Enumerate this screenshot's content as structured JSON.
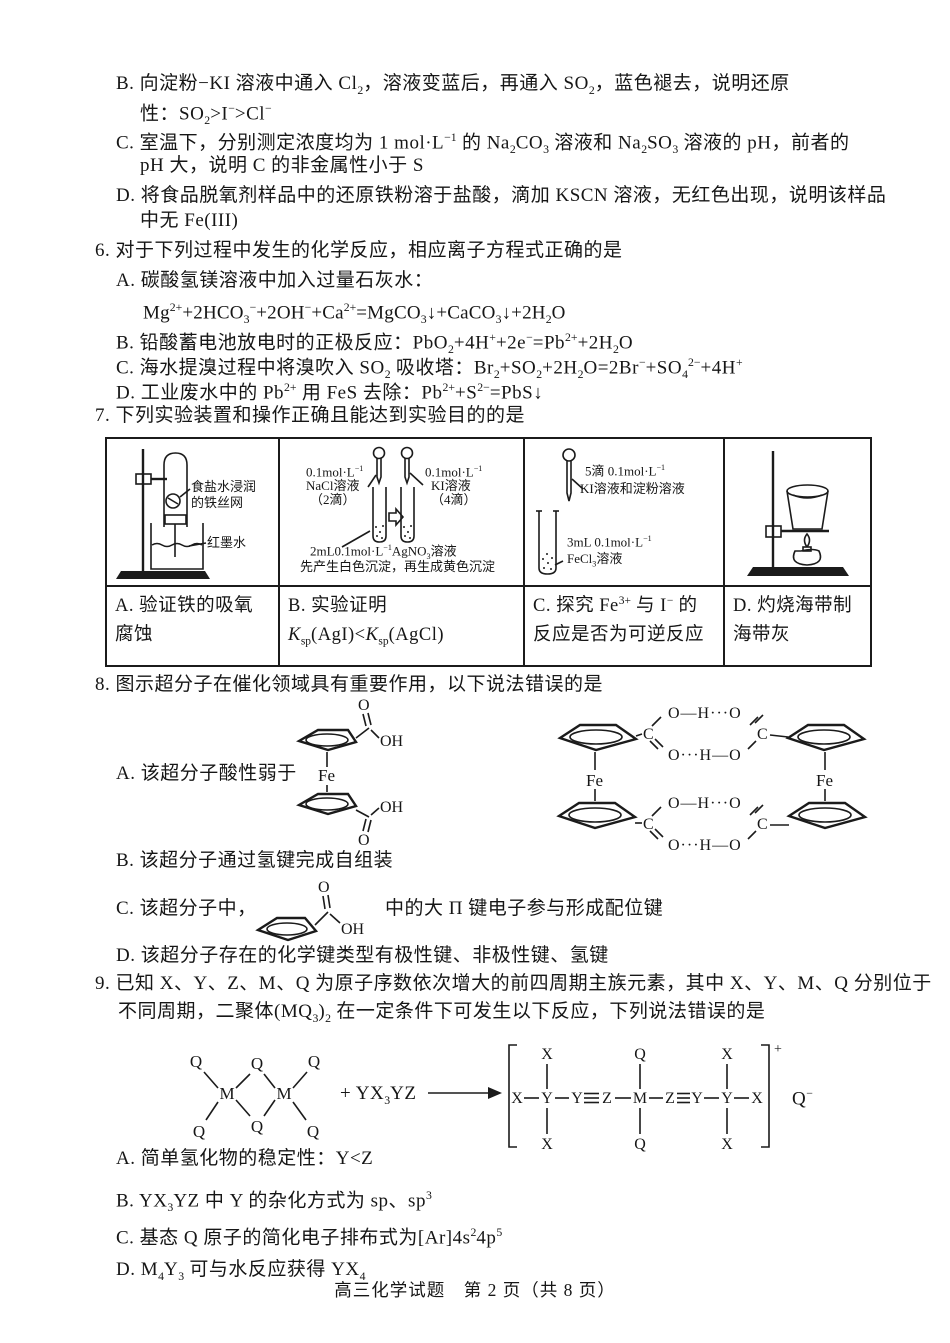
{
  "doc": {
    "footer": "高三化学试题　第 2 页（共 8 页）"
  },
  "q5": {
    "b1": "B. 向淀粉−KI 溶液中通入 Cl_{2}，溶液变蓝后，再通入 SO_{2}，蓝色褪去，说明还原",
    "b2": "性：SO_{2}>I^{−}>Cl^{−}",
    "c1": "C. 室温下，分别测定浓度均为 1 mol·L^{−1} 的 Na_{2}CO_{3} 溶液和 Na_{2}SO_{3} 溶液的 pH，前者的",
    "c2": "pH 大，说明 C 的非金属性小于 S",
    "d1": "D. 将食品脱氧剂样品中的还原铁粉溶于盐酸，滴加 KSCN 溶液，无红色出现，说明该样品",
    "d2": "中无 Fe(III)"
  },
  "q6": {
    "title": "6. 对于下列过程中发生的化学反应，相应离子方程式正确的是",
    "a": "A. 碳酸氢镁溶液中加入过量石灰水：",
    "a_eq": "Mg^{2+}+2HCO_{3}^{−}+2OH^{−}+Ca^{2+}=MgCO_{3}↓+CaCO_{3}↓+2H_{2}O",
    "b": "B. 铅酸蓄电池放电时的正极反应：PbO_{2}+4H^{+}+2e^{−}=Pb^{2+}+2H_{2}O",
    "c": "C. 海水提溴过程中将溴吹入 SO_{2} 吸收塔：Br_{2}+SO_{2}+2H_{2}O=2Br^{−}+SO_{4}^{2−}+4H^{+}",
    "d": "D. 工业废水中的 Pb^{2+} 用 FeS 去除：Pb^{2+}+S^{2−}=PbS↓"
  },
  "q7": {
    "title": "7. 下列实验装置和操作正确且能达到实验目的的是",
    "cell_a": {
      "label1": "食盐水浸润",
      "label2": "的铁丝网",
      "label3": "红墨水",
      "caption": "A. 验证铁的吸氧腐蚀"
    },
    "cell_b": {
      "l1": "0.1mol·L^{−1}",
      "l2": "NaCl溶液",
      "l3": "（2滴）",
      "r1": "0.1mol·L^{−1}",
      "r2": "KI溶液",
      "r3": "（4滴）",
      "b1": "2mL0.1mol·L^{−1}AgNO_{3}溶液",
      "b2": "先产生白色沉淀，再生成黄色沉淀",
      "caption1": "B. 实验证明",
      "caption2": "*K*_{sp}(AgI)<*K*_{sp}(AgCl)"
    },
    "cell_c": {
      "l1": "5滴 0.1mol·L^{−1}",
      "l2": "KI溶液和淀粉溶液",
      "l3": "3mL 0.1mol·L^{−1}",
      "l4": "FeCl_{3}溶液",
      "caption": "C. 探究 Fe^{3+} 与 I^{−} 的反应是否为可逆反应"
    },
    "cell_d": {
      "caption": "D. 灼烧海带制海带灰"
    }
  },
  "q8": {
    "title": "8. 图示超分子在催化领域具有重要作用，以下说法错误的是",
    "a": "A. 该超分子酸性弱于",
    "b": "B. 该超分子通过氢键完成自组装",
    "c_pre": "C. 该超分子中，",
    "c_post": "中的大 Π 键电子参与形成配位键",
    "d": "D. 该超分子存在的化学键类型有极性键、非极性键、氢键",
    "fe": "Fe",
    "c_atom": "C",
    "o": "O",
    "oh": "OH",
    "hb_top": "O—H···O",
    "hb_bottom": "O···H—O"
  },
  "q9": {
    "title1": "9. 已知 X、Y、Z、M、Q 为原子序数依次增大的前四周期主族元素，其中 X、Y、M、Q 分别位于",
    "title2": "不同周期，二聚体(MQ_{3})_{2} 在一定条件下可发生以下反应，下列说法错误的是",
    "reagent": "+ YX_{3}YZ",
    "x": "X",
    "y": "Y",
    "z": "Z",
    "m": "M",
    "q": "Q",
    "charge": "+",
    "anion": "Q^{−}",
    "a": "A. 简单氢化物的稳定性：Y<Z",
    "b": "B. YX_{3}YZ 中 Y 的杂化方式为 sp、sp^{3}",
    "c": "C. 基态 Q 原子的简化电子排布式为[Ar]4s^{2}4p^{5}",
    "d": "D. M_{4}Y_{3} 可与水反应获得 YX_{4}"
  }
}
